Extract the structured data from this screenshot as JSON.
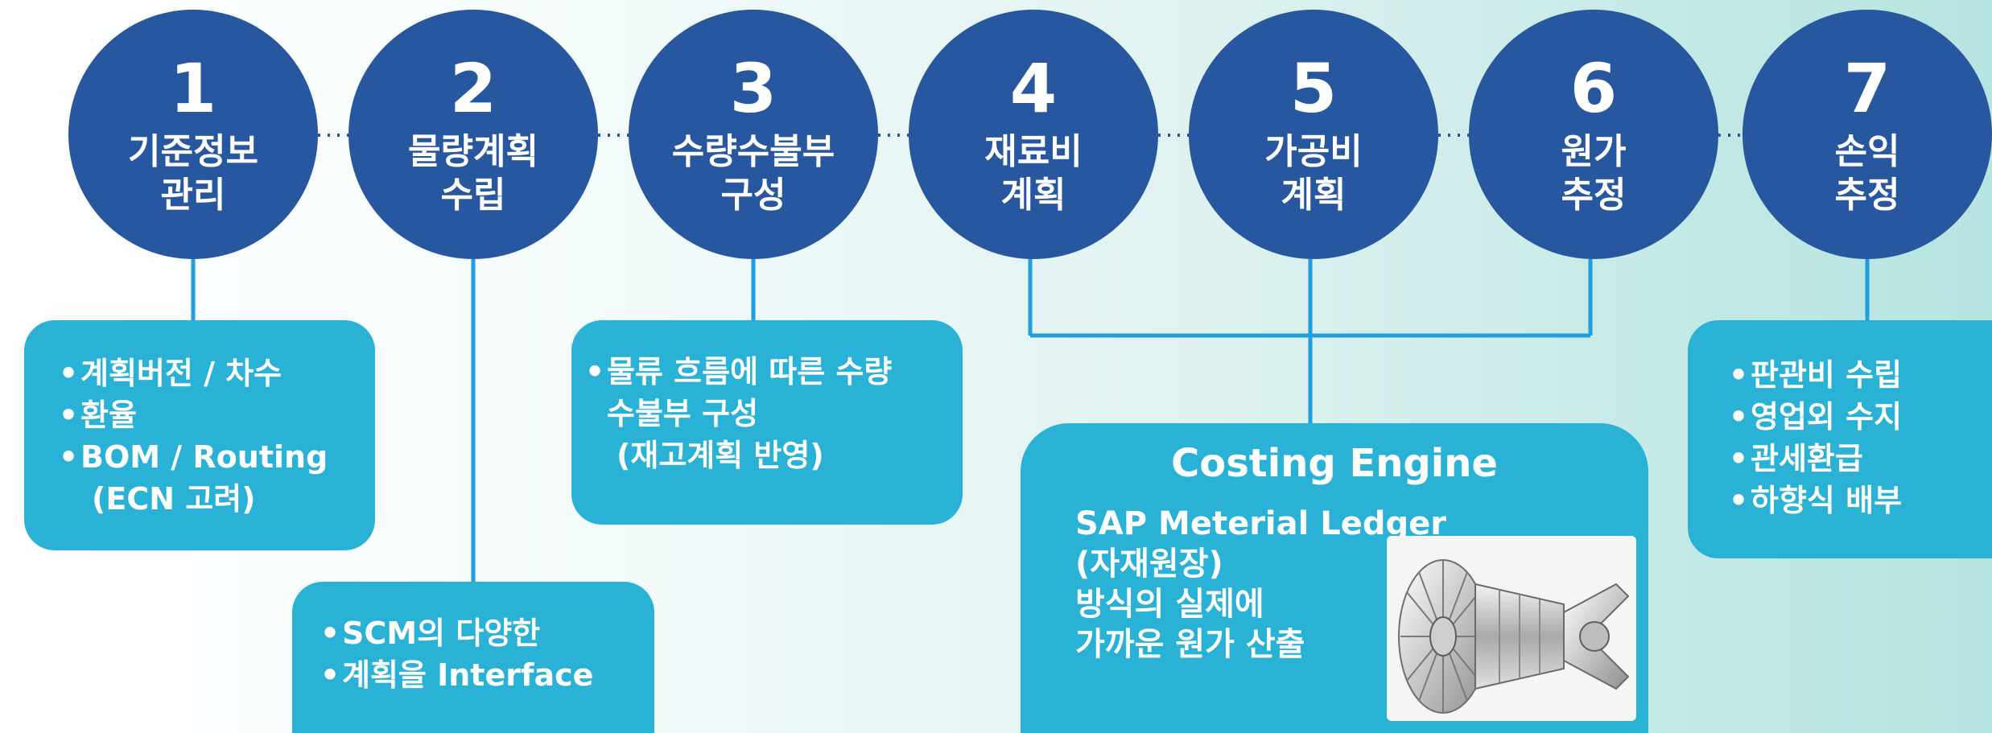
{
  "colors": {
    "circle": "#27579f",
    "box": "#2ab1d6",
    "connector": "#1f9ee0",
    "dots": "#27579f",
    "text": "#ffffff"
  },
  "steps": [
    {
      "number": "1",
      "line1": "기준정보",
      "line2": "관리"
    },
    {
      "number": "2",
      "line1": "물량계획",
      "line2": "수립"
    },
    {
      "number": "3",
      "line1": "수량수불부",
      "line2": "구성"
    },
    {
      "number": "4",
      "line1": "재료비",
      "line2": "계획"
    },
    {
      "number": "5",
      "line1": "가공비",
      "line2": "계획"
    },
    {
      "number": "6",
      "line1": "원가",
      "line2": "추정"
    },
    {
      "number": "7",
      "line1": "손익",
      "line2": "추정"
    }
  ],
  "boxes": {
    "master": {
      "items": [
        "계획버전 / 차수",
        "환율",
        "BOM / Routing"
      ],
      "sub": "(ECN 고려)"
    },
    "scm": {
      "items": [
        "SCM의 다양한",
        "계획을 Interface"
      ]
    },
    "ledger": {
      "items": [
        "물류 흐름에 따른 수량"
      ],
      "sub1": "수불부 구성",
      "sub2": "(재고계획 반영)"
    },
    "engine": {
      "title": "Costing Engine",
      "lines": [
        "SAP Meterial Ledger",
        "(자재원장)",
        "방식의 실제에",
        "가까운 원가 산출"
      ],
      "image": "turbine-engine-image"
    },
    "profit": {
      "items": [
        "판관비 수립",
        "영업외 수지",
        "관세환급",
        "하향식 배부"
      ]
    }
  },
  "bullet": "•"
}
